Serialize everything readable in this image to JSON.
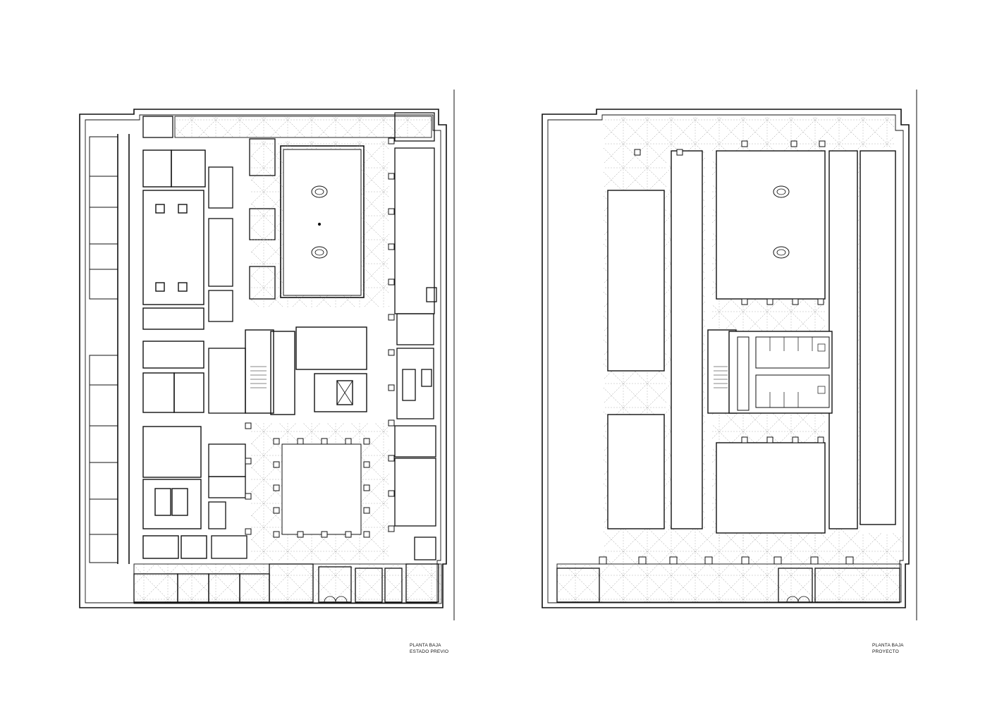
{
  "drawing": {
    "line_color": "#111111",
    "hatch_color": "#8a8a8a",
    "background": "#ffffff"
  },
  "plans": [
    {
      "id": "left",
      "label_line1": "PLANTA BAJA",
      "label_line2": "ESTADO PREVIO"
    },
    {
      "id": "right",
      "label_line1": "PLANTA BAJA",
      "label_line2": "PROYECTO"
    }
  ]
}
